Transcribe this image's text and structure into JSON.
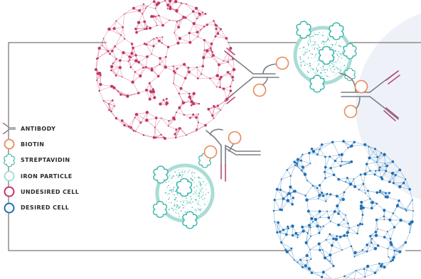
{
  "legend": {
    "items": [
      {
        "id": "antibody",
        "label": "ANTIBODY",
        "icon": "antibody-icon"
      },
      {
        "id": "biotin",
        "label": "BIOTIN",
        "icon": "biotin-icon"
      },
      {
        "id": "streptavidin",
        "label": "STREPTAVIDIN",
        "icon": "streptavidin-icon"
      },
      {
        "id": "iron-particle",
        "label": "IRON PARTICLE",
        "icon": "iron-particle-icon"
      },
      {
        "id": "undesired-cell",
        "label": "UNDESIRED CELL",
        "icon": "undesired-cell-icon"
      },
      {
        "id": "desired-cell",
        "label": "DESIRED CELL",
        "icon": "desired-cell-icon"
      }
    ]
  },
  "colors": {
    "undesired_cell": "#c2356a",
    "desired_cell": "#1f6fb5",
    "biotin": "#e9895a",
    "streptavidin": "#3fb8ad",
    "iron_particle": "#a9ddd6",
    "antibody_arm": "#7a7f87",
    "antibody_tip": "#b84a78",
    "frame": "#555555",
    "background_circle": "#eef2f8"
  }
}
